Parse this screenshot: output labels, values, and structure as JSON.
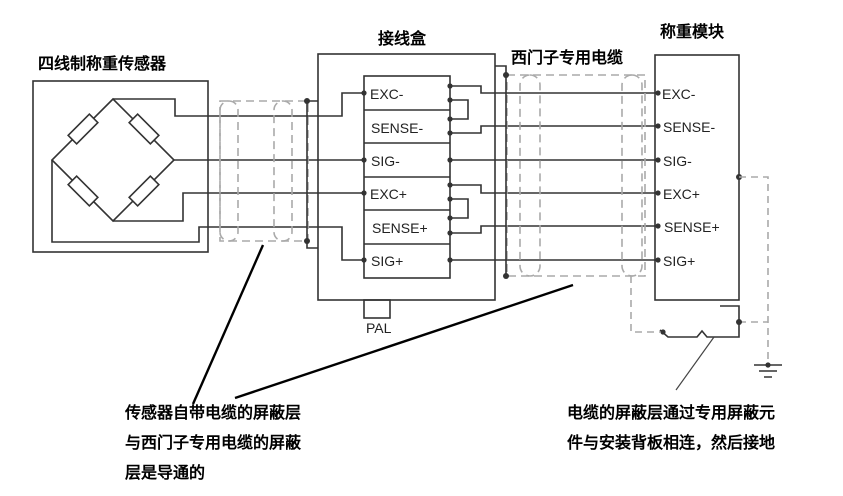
{
  "titles": {
    "load_cell": "四线制称重传感器",
    "junction_box": "接线盒",
    "cable": "西门子专用电缆",
    "weighing_module": "称重模块"
  },
  "junction_box": {
    "terminals": [
      "EXC-",
      "SENSE-",
      "SIG-",
      "EXC+",
      "SENSE+",
      "SIG+"
    ],
    "pal_label": "PAL"
  },
  "weighing_module": {
    "terminals": [
      "EXC-",
      "SENSE-",
      "SIG-",
      "EXC+",
      "SENSE+",
      "SIG+"
    ]
  },
  "notes": {
    "left": [
      "传感器自带电缆的屏蔽层",
      "与西门子专用电缆的屏蔽",
      "层是导通的"
    ],
    "right": [
      "电缆的屏蔽层通过专用屏蔽元",
      "件与安装背板相连，然后接地"
    ]
  }
}
